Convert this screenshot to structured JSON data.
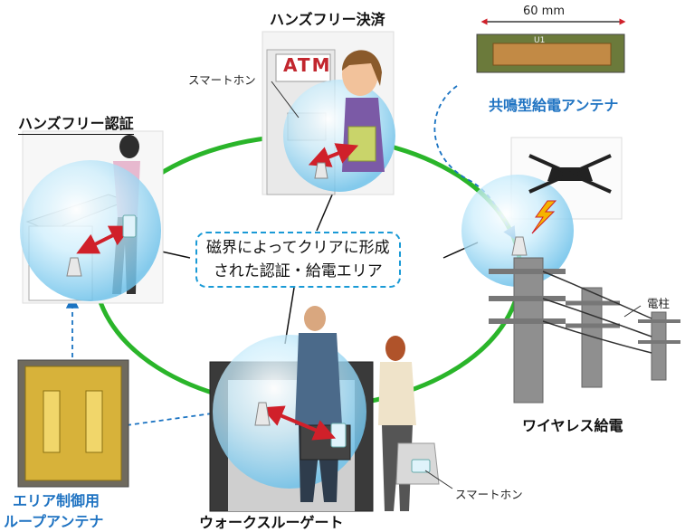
{
  "scenes": {
    "payment": {
      "title": "ハンズフリー決済",
      "phone_label": "スマートホン",
      "atm_text": "ATM"
    },
    "auth": {
      "title": "ハンズフリー認証"
    },
    "wireless": {
      "title": "ワイヤレス給電",
      "pole_label": "電柱"
    },
    "gate": {
      "title": "ウォークスルーゲート",
      "phone_label": "スマートホン"
    }
  },
  "antennas": {
    "resonant": {
      "label": "共鳴型給電アンテナ",
      "dimension": "60 mm",
      "board_text": "U1"
    },
    "loop": {
      "label_line1": "エリア制御用",
      "label_line2": "ループアンテナ"
    }
  },
  "center": {
    "line1": "磁界によってクリアに形成",
    "line2": "された認証・給電エリア"
  },
  "colors": {
    "ring": "#2ab52a",
    "dashed_blue": "#1a73c2",
    "label_blue": "#1f73c2",
    "sphere": "#a8dcf5",
    "arrow_red": "#d0202a"
  }
}
